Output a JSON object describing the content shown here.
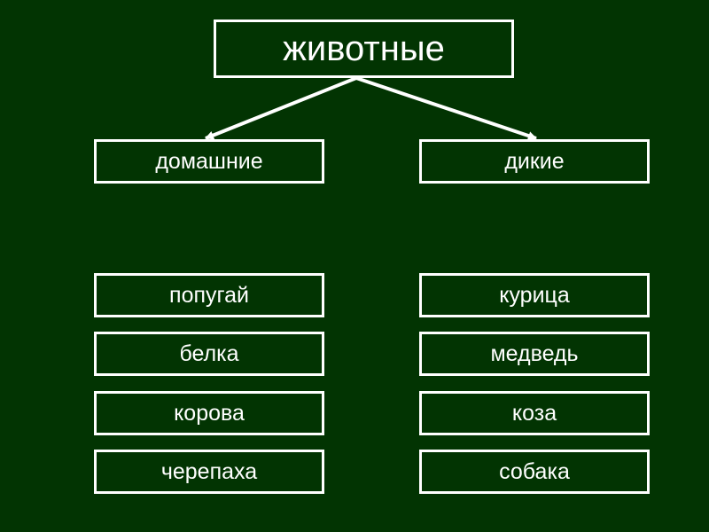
{
  "root": {
    "label": "животные"
  },
  "categories": [
    {
      "label": "домашние"
    },
    {
      "label": "дикие"
    }
  ],
  "items": {
    "left": [
      "попугай",
      "белка",
      "корова",
      "черепаха"
    ],
    "right": [
      "курица",
      "медведь",
      "коза",
      "собака"
    ]
  },
  "colors": {
    "background": "#023402",
    "foreground": "#ffffff"
  }
}
